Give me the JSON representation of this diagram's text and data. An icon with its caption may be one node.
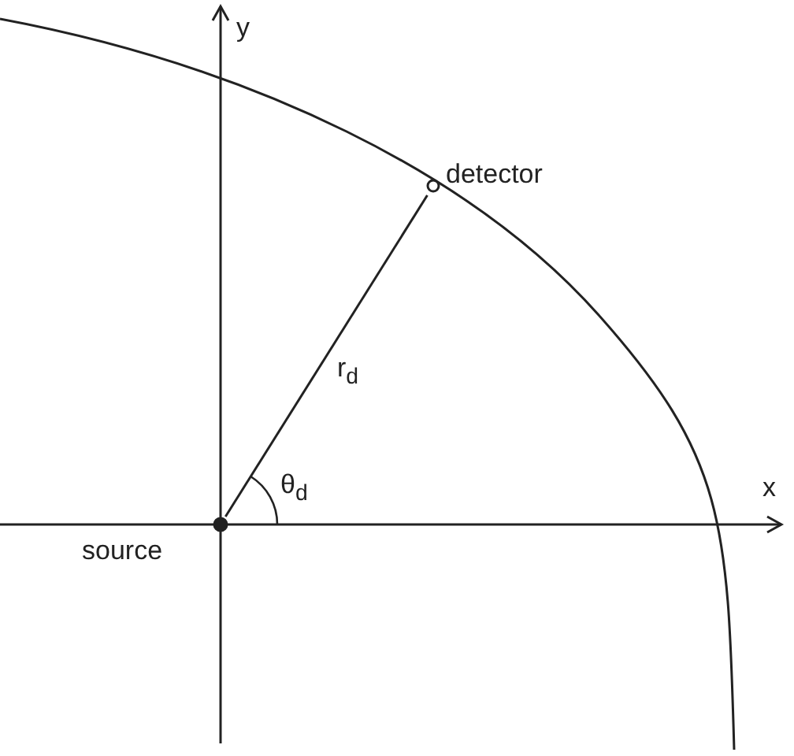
{
  "diagram": {
    "nodes": [
      {
        "text": [
          "source"
        ]
      },
      {
        "text": [
          "detector"
        ]
      }
    ],
    "edges": [
      {
        "from": 0,
        "to": 1,
        "arrow": "none",
        "label": "r$_{d}$"
      }
    ],
    "labels": [
      "y",
      "x",
      "θ$_{d}$"
    ]
  }
}
